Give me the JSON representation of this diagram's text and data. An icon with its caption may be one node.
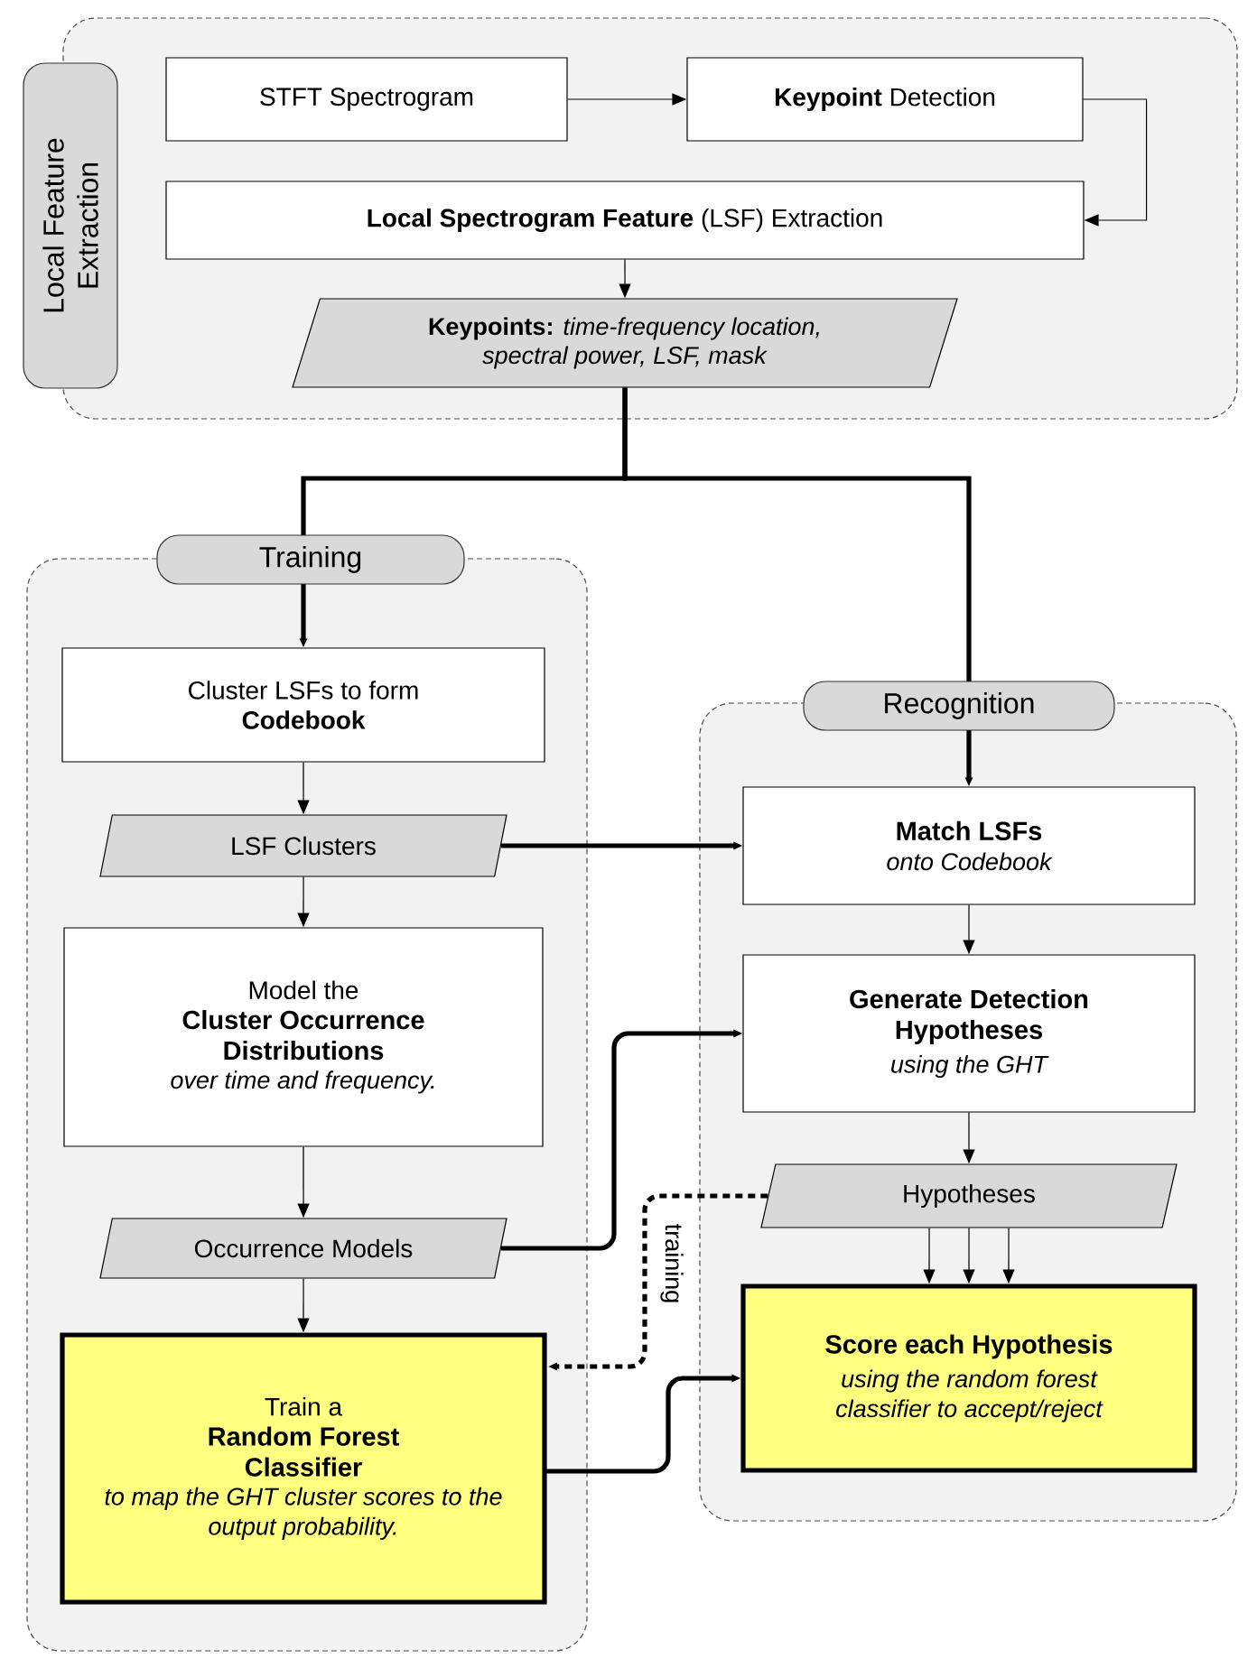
{
  "diagram": {
    "nodes": [
      {
        "text": [
          "Local Feature Extraction"
        ]
      },
      {
        "text": [
          "STFT Spectrogram"
        ],
        "in": 0
      },
      {
        "text": [
          "**Keypoint** Detection"
        ],
        "in": 0
      },
      {
        "text": [
          "**Local Spectrogram Feature** (LSF) Extraction"
        ],
        "in": 0
      },
      {
        "text": [
          "**Keypoints:** *time-frequency location, spectral power, LSF, mask*"
        ],
        "in": 0
      },
      {
        "text": [
          "Training"
        ]
      },
      {
        "text": [
          "Cluster LSFs to form **Codebook**"
        ],
        "in": 5
      },
      {
        "text": [
          "LSF Clusters"
        ],
        "in": 5
      },
      {
        "text": [
          "Model the",
          "Cluster Occurrence Distributions",
          "over time and frequency."
        ],
        "in": 5
      },
      {
        "text": [
          "Occurrence Models"
        ],
        "in": 5
      },
      {
        "text": [
          "Train a",
          "Random Forest Classifier",
          "to map the GHT cluster scores to the output probability."
        ],
        "in": 5
      },
      {
        "text": [
          "Recognition"
        ]
      },
      {
        "text": [
          "Match LSFs",
          "onto Codebook"
        ],
        "in": 11
      },
      {
        "text": [
          "Generate Detection Hypotheses",
          "using the GHT"
        ],
        "in": 11
      },
      {
        "text": [
          "Hypotheses"
        ],
        "in": 11
      },
      {
        "text": [
          "Score each Hypothesis",
          "using the random forest classifier to accept/reject"
        ],
        "in": 11
      }
    ],
    "edges": [
      {
        "from": 1,
        "to": 2,
        "arrow": "to"
      },
      {
        "from": 2,
        "to": 3,
        "arrow": "to"
      },
      {
        "from": 3,
        "to": 4,
        "arrow": "to"
      },
      {
        "from": 4,
        "to": 6,
        "arrow": "to",
        "style": "thick"
      },
      {
        "from": 4,
        "to": 12,
        "arrow": "to",
        "style": "thick"
      },
      {
        "from": 6,
        "to": 7,
        "arrow": "to"
      },
      {
        "from": 7,
        "to": 8,
        "arrow": "to"
      },
      {
        "from": 8,
        "to": 9,
        "arrow": "to"
      },
      {
        "from": 9,
        "to": 10,
        "arrow": "to"
      },
      {
        "from": 7,
        "to": 12,
        "arrow": "to",
        "style": "thick"
      },
      {
        "from": 9,
        "to": 13,
        "arrow": "to",
        "style": "thick"
      },
      {
        "from": 12,
        "to": 13,
        "arrow": "to"
      },
      {
        "from": 13,
        "to": 14,
        "arrow": "to"
      },
      {
        "from": 14,
        "to": 15,
        "arrow": "to"
      },
      {
        "from": 14,
        "to": 15,
        "arrow": "to"
      },
      {
        "from": 14,
        "to": 15,
        "arrow": "to"
      },
      {
        "from": 14,
        "to": 10,
        "arrow": "to",
        "style": "dashed",
        "label": "training"
      },
      {
        "from": 10,
        "to": 15,
        "arrow": "to",
        "style": "thick"
      }
    ]
  }
}
